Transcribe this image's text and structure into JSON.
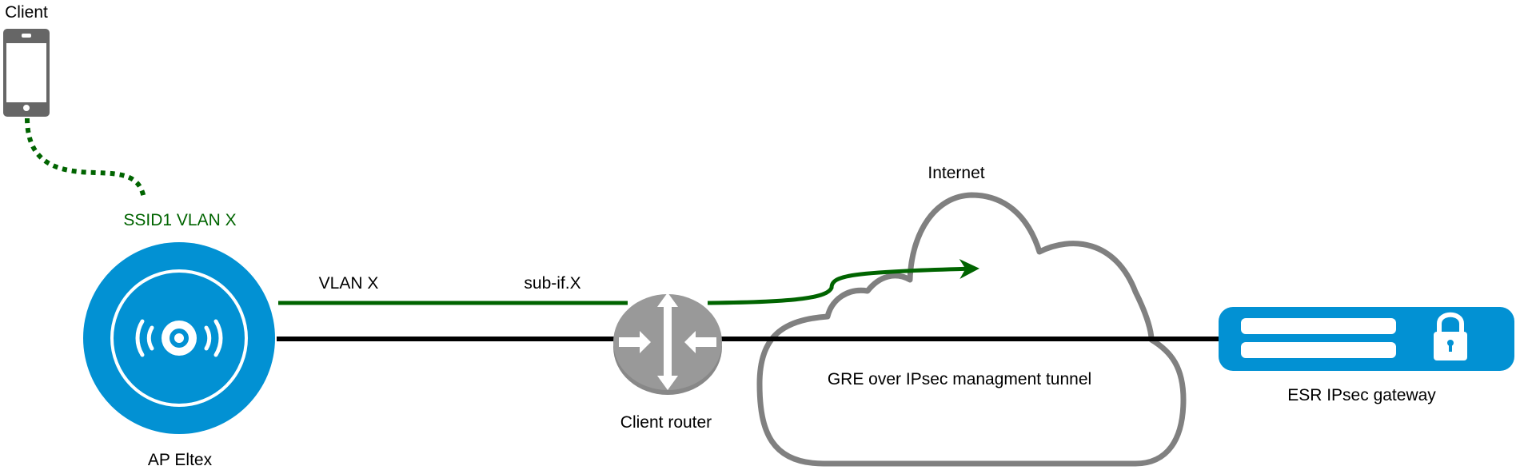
{
  "diagram": {
    "nodes": {
      "client": {
        "label": "Client",
        "icon": "smartphone-icon"
      },
      "ap": {
        "label": "AP Eltex",
        "icon": "wifi-access-point-icon"
      },
      "router": {
        "label": "Client router",
        "icon": "router-icon"
      },
      "internet": {
        "label": "Internet",
        "icon": "cloud-icon"
      },
      "gateway": {
        "label": "ESR IPsec gateway",
        "icon": "lock-server-icon"
      }
    },
    "links": {
      "wireless": {
        "label": "SSID1 VLAN X",
        "style": "dotted"
      },
      "vlan": {
        "label": "VLAN X"
      },
      "subif": {
        "label": "sub-if.X"
      },
      "tunnel": {
        "label": "GRE over IPsec managment tunnel"
      }
    },
    "colors": {
      "brand_blue": "#0291d3",
      "vlan_green": "#006400",
      "device_gray": "#999999",
      "cloud_stroke": "#808080",
      "tunnel_line": "#000000"
    }
  }
}
